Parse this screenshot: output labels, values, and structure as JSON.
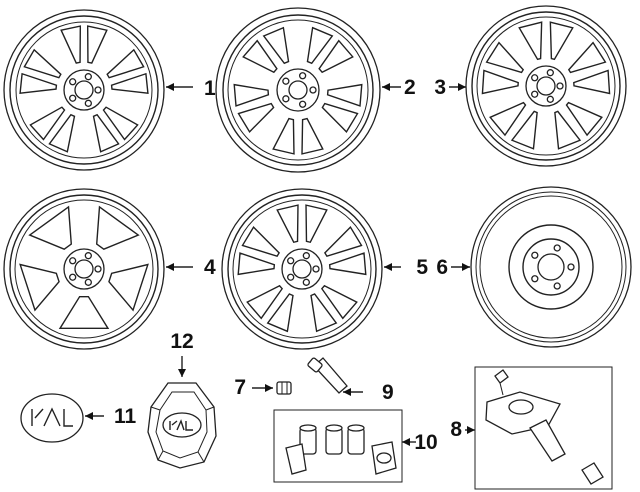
{
  "diagram": {
    "parts": [
      {
        "id": "wheel-1",
        "callout": "1"
      },
      {
        "id": "wheel-2",
        "callout": "2"
      },
      {
        "id": "wheel-3",
        "callout": "3"
      },
      {
        "id": "wheel-4",
        "callout": "4"
      },
      {
        "id": "wheel-5",
        "callout": "5"
      },
      {
        "id": "spare-wheel",
        "callout": "6"
      },
      {
        "id": "valve-stem-nut",
        "callout": "7"
      },
      {
        "id": "tpms-sensor-kit",
        "callout": "8"
      },
      {
        "id": "valve-stem",
        "callout": "9"
      },
      {
        "id": "wheel-lock-kit",
        "callout": "10"
      },
      {
        "id": "emblem",
        "callout": "11"
      },
      {
        "id": "center-cap",
        "callout": "12"
      }
    ]
  }
}
